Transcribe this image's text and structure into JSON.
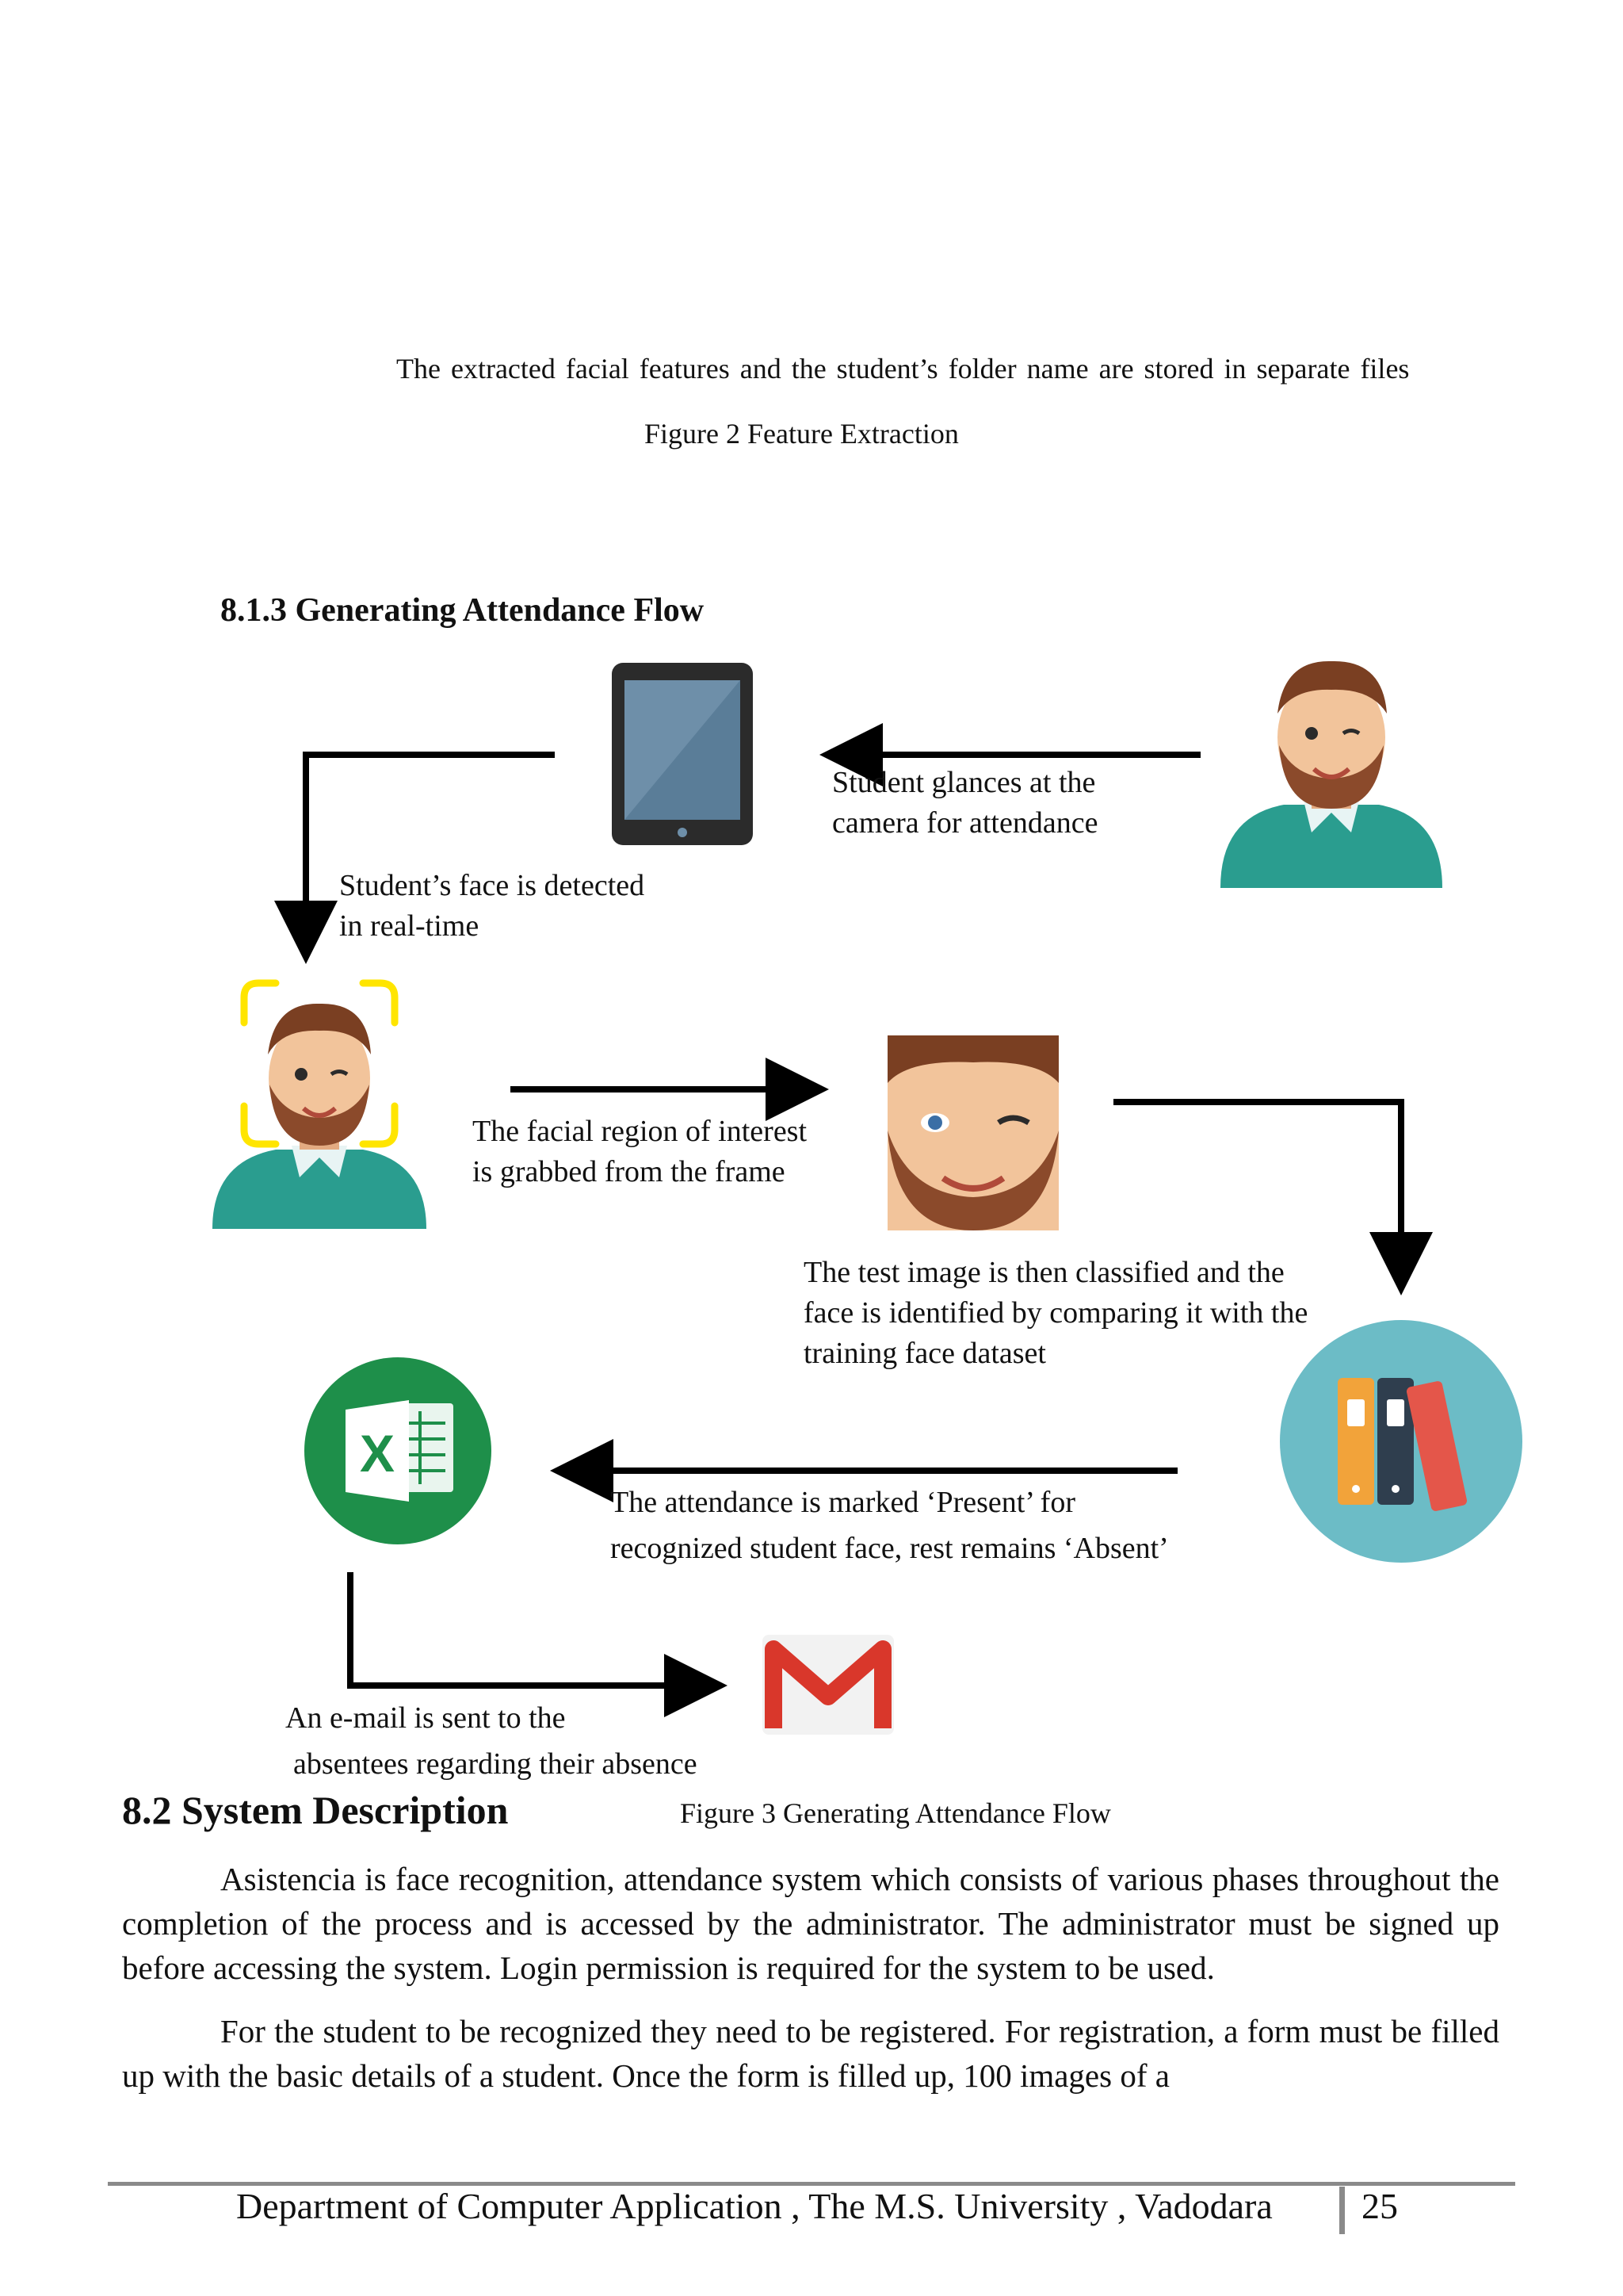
{
  "feature_extraction": {
    "caption_text": "The extracted facial features and the student’s folder name are stored in separate files",
    "figure_caption": "Figure 2 Feature Extraction"
  },
  "section_813": {
    "heading": "8.1.3 Generating Attendance Flow"
  },
  "flow": {
    "step_glance_line1": "Student glances at the",
    "step_glance_line2": "camera for attendance",
    "step_detect_line1": "Student’s face is detected",
    "step_detect_line2": "in real-time",
    "step_grab_line1": "The facial region of interest",
    "step_grab_line2": "is grabbed from the frame",
    "step_classify_line1": "The test image is then classified and the",
    "step_classify_line2": "face is identified by comparing it with the",
    "step_classify_line3": "training face dataset",
    "step_mark_line1": "The attendance is marked ‘Present’ for",
    "step_mark_line2": "recognized student face, rest remains ‘Absent’",
    "step_email_line1": "An e-mail is sent to the",
    "step_email_line2": "absentees regarding their absence",
    "figure_caption": "Figure 3 Generating Attendance Flow",
    "excel_letter": "X",
    "icons": [
      "tablet-icon",
      "student-avatar-icon",
      "face-detected-icon",
      "face-crop-icon",
      "excel-icon",
      "dataset-folders-icon",
      "gmail-icon"
    ]
  },
  "section_82": {
    "heading": "8.2 System Description",
    "paragraph1": "Asistencia is face recognition, attendance system which consists of various phases throughout the completion of the process and is accessed by the administrator. The administrator must be signed up before accessing the system. Login permission is required for the system to be used.",
    "paragraph2": "For the student to be recognized they need to be registered. For registration, a form must be filled up with the basic details of a student. Once the form is filled up, 100 images of a"
  },
  "footer": {
    "department": "Department of Computer Application , The M.S. University , Vadodara",
    "page_number": "25"
  },
  "colors": {
    "shirt": "#2a9d8f",
    "skin": "#f2c49b",
    "hair": "#7a3f22",
    "detect_corners": "#ffe500",
    "excel_green": "#1e8f4a",
    "dataset_bg": "#6cbcc6",
    "gmail_red": "#d9372b",
    "footer_rule": "#8a8a8a"
  }
}
